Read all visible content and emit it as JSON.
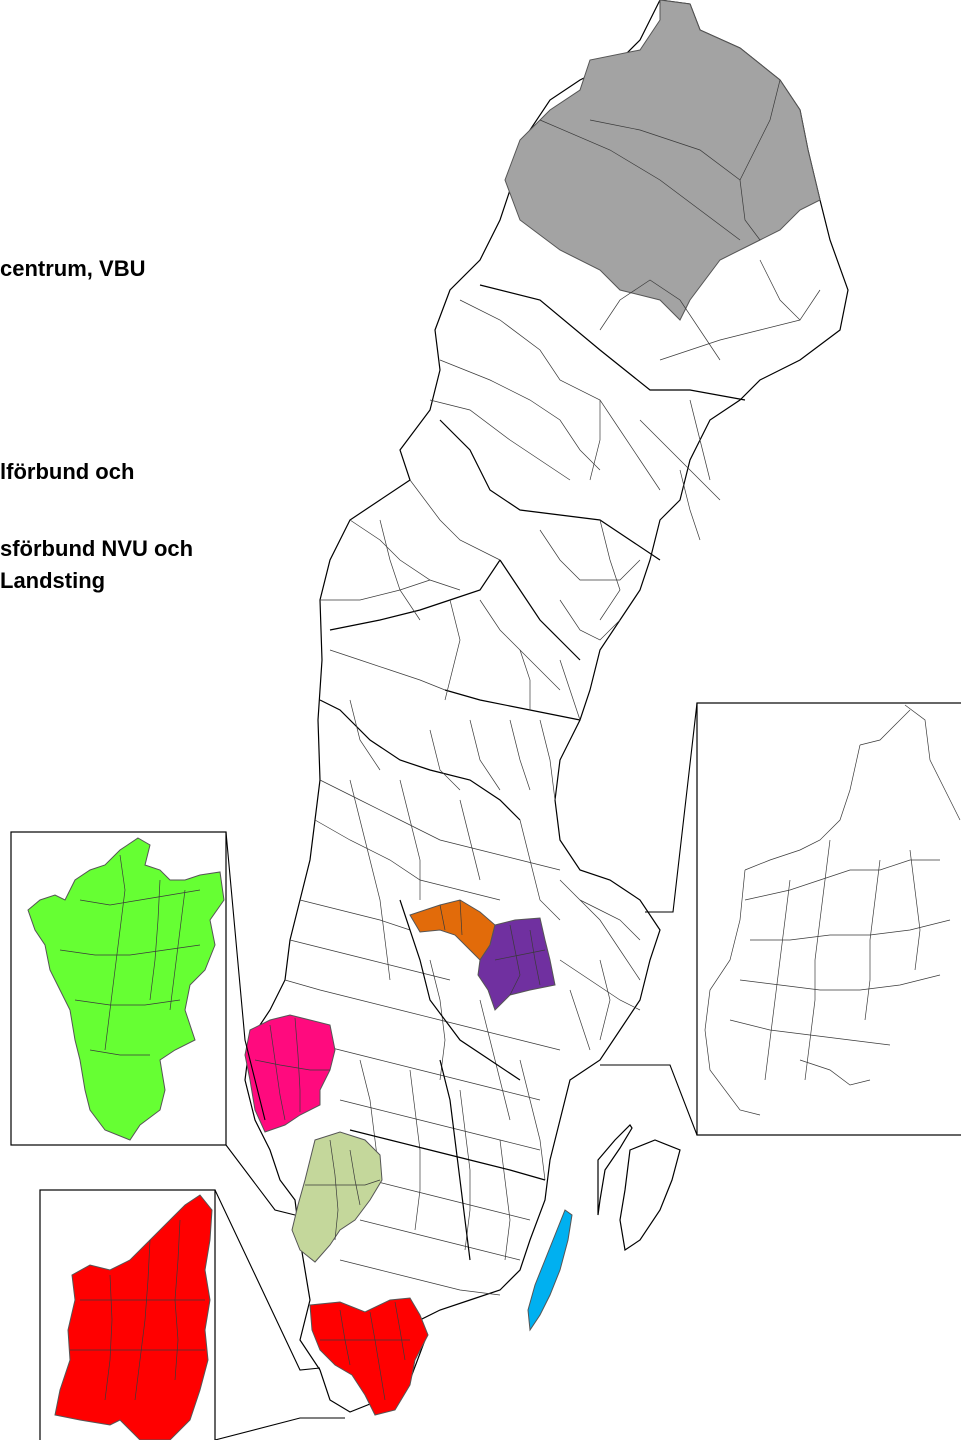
{
  "legend": {
    "line1": "centrum, VBU",
    "line2": "lförbund och",
    "line3": "sförbund NVU och",
    "line4": "Landsting"
  },
  "regions": [
    {
      "id": "norrbotten-north",
      "color": "#a3a3a3"
    },
    {
      "id": "dalarna-south",
      "color": "#e26b0a"
    },
    {
      "id": "vastmanland",
      "color": "#7030a0"
    },
    {
      "id": "vastra-gotaland-north",
      "color": "#ff0a7e"
    },
    {
      "id": "vastra-gotaland-south",
      "color": "#c4d79b"
    },
    {
      "id": "skane",
      "color": "#ff0000"
    },
    {
      "id": "gotland",
      "color": "#00b0f0"
    },
    {
      "id": "inset-green",
      "color": "#66ff33"
    }
  ]
}
